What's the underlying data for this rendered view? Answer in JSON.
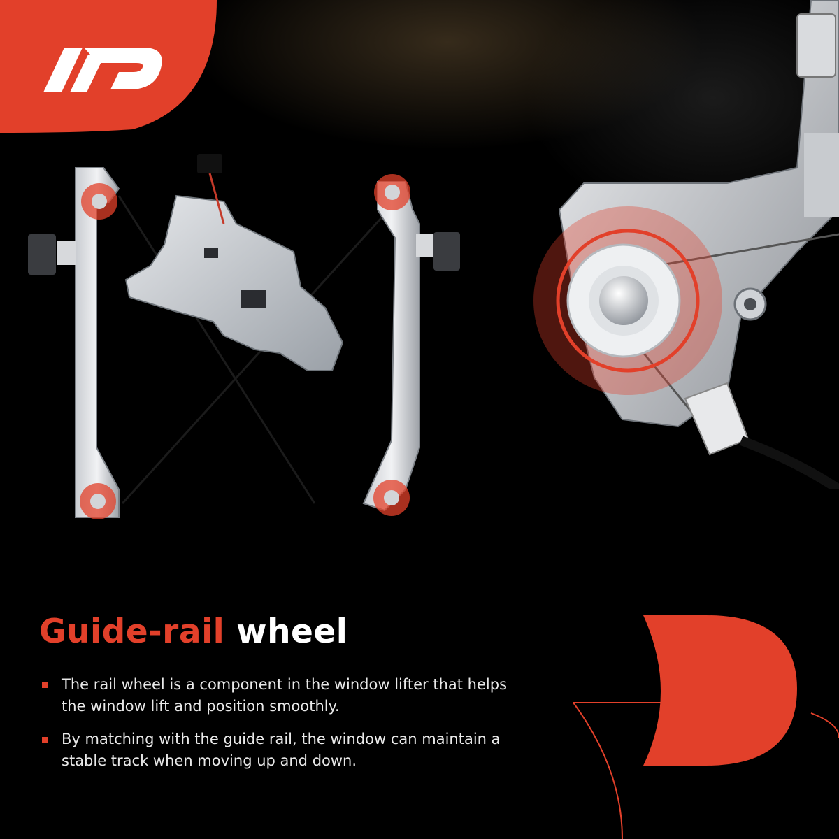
{
  "brand": {
    "logo_icon": "a-premium-ap-logo",
    "accent_color": "#e2402a",
    "background_color": "#000000"
  },
  "headline": {
    "accent_text": "Guide-rail",
    "plain_text": "wheel"
  },
  "bullets": [
    "The rail wheel is a component in the window lifter that helps the window lift and position smoothly.",
    "By matching with the guide rail, the window can maintain a stable track when moving up and down."
  ]
}
